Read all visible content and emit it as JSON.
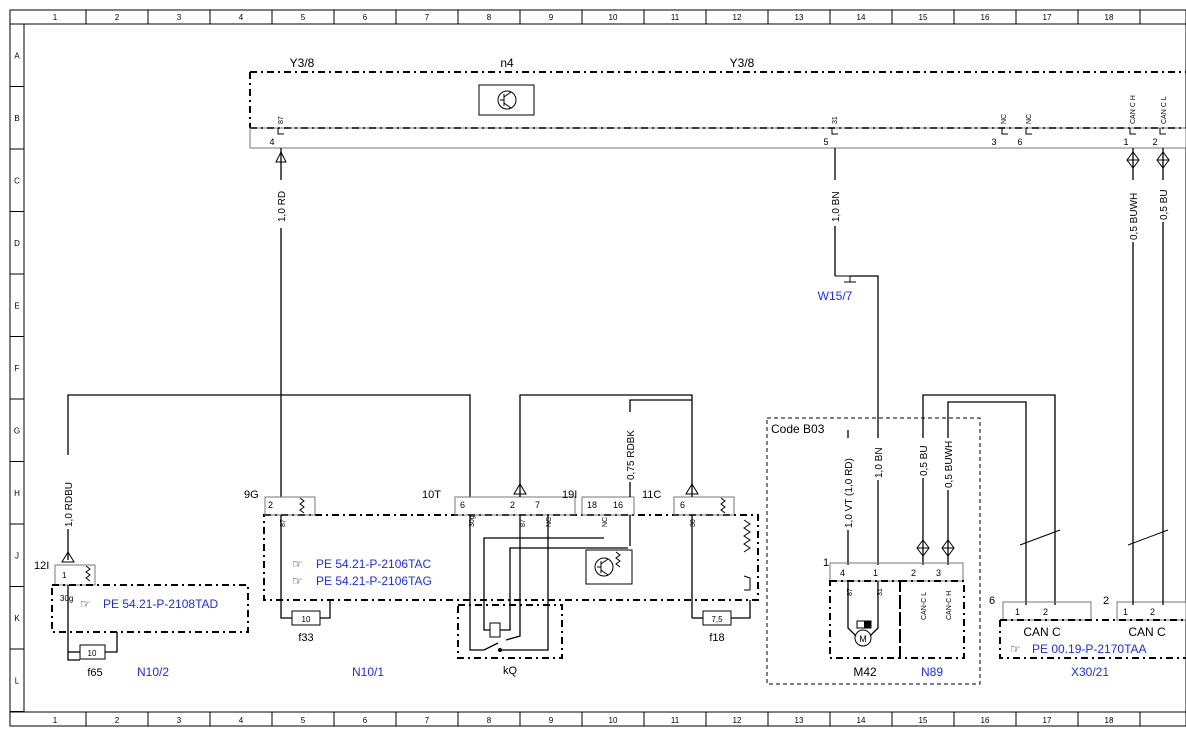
{
  "grid": {
    "columns": [
      "1",
      "2",
      "3",
      "4",
      "5",
      "6",
      "7",
      "8",
      "9",
      "10",
      "11",
      "12",
      "13",
      "14",
      "15",
      "16",
      "17",
      "18"
    ],
    "rows": [
      "A",
      "B",
      "C",
      "D",
      "E",
      "F",
      "G",
      "H",
      "J",
      "K",
      "L"
    ]
  },
  "labels": {
    "y38_left": "Y3/8",
    "n4": "n4",
    "y38_right": "Y3/8",
    "w157": "W15/7",
    "code_b03": "Code B03",
    "n102": "N10/2",
    "n101": "N10/1",
    "kq": "kQ",
    "m42": "M42",
    "n89": "N89",
    "x3021": "X30/21",
    "f65": "f65",
    "f33": "f33",
    "f18": "f18",
    "can_c_1": "CAN C",
    "can_c_2": "CAN C"
  },
  "refs": {
    "pe_2108tad": "PE 54.21-P-2108TAD",
    "pe_2106tac": "PE 54.21-P-2106TAC",
    "pe_2106tag": "PE 54.21-P-2106TAG",
    "pe_2170taa": "PE 00.19-P-2170TAA"
  },
  "wires": {
    "rd": "1,0 RD",
    "bn": "1,0 BN",
    "buwh_top": "0,5 BUWH",
    "bu_top": "0,5 BU",
    "rdbu": "1,0 RDBU",
    "rdbk": "0,75 RDBK",
    "vt_rd": "1,0 VT (1,0 RD)",
    "bn_low": "1,0 BN",
    "bu_low": "0,5 BU",
    "buwh_low": "0,5 BUWH"
  },
  "pins": {
    "p87_top": "87",
    "p31_top": "31",
    "nc1": "NC",
    "nc2": "NC",
    "canch": "CAN C H",
    "cancl": "CAN C L",
    "n4_pin4": "4",
    "n4_pin5": "5",
    "n4_pin3": "3",
    "n4_pin6": "6",
    "n4_pin1": "1",
    "n4_pin2": "2",
    "c12i": "12I",
    "p1_n102": "1",
    "p30g_n102": "30g",
    "c9g": "9G",
    "p2_9g": "2",
    "p87_9g": "87",
    "c10t": "10T",
    "p6_10t": "6",
    "p2_10t": "2",
    "p7_10t": "7",
    "c19i": "19I",
    "p18": "18",
    "p16": "16",
    "c11c": "11C",
    "p6_11c": "6",
    "p30g_a": "30g",
    "p87_a": "87",
    "nc_a": "NC",
    "nc_b": "NC",
    "p30_b": "30",
    "f10a": "10",
    "f10b": "10",
    "f75": "7,5",
    "conn1": "1",
    "p4_m42": "4",
    "p1_m42": "1",
    "p2_n89": "2",
    "p3_n89": "3",
    "p87_m42": "87",
    "p31_m42": "31",
    "canl_n89": "CAN-C L",
    "canh_n89": "CAN-C H",
    "motor": "M",
    "x6": "6",
    "x2": "2",
    "x1a": "1",
    "x2a": "2",
    "x1b": "1",
    "x2b": "2"
  }
}
